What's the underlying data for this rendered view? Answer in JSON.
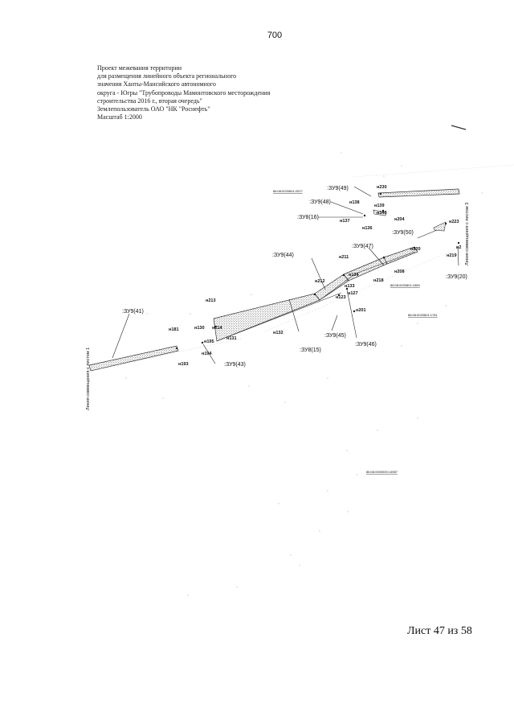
{
  "page_number": "700",
  "title_block": [
    "Проект межевания территории",
    "для размещения линейного объекта регионального",
    "значения Ханты-Мансийского автономного",
    "округа - Югры \"Трубопроводы Мамонтовского месторождения",
    "строительства 2016 г., вторая очередь\"",
    "Землепользователь ОАО \"НК \"Роснефть\"",
    "Масштаб 1:2000"
  ],
  "sheet_footer": "Лист 47 из 58",
  "side_labels": {
    "left": "Линия совмещения с листом 1",
    "right": "Линия совмещения с листом 3"
  },
  "parcel_labels": {
    "zu9_49": ":ЗУ9(49)",
    "zu9_48": ":ЗУ9(48)",
    "zu8_16": ":ЗУ8(16)",
    "zu9_50": ":ЗУ9(50)",
    "zu9_47": ":ЗУ9(47)",
    "zu9_44": ":ЗУ9(44)",
    "zu9_20": ":ЗУ9(20)",
    "zu9_41": ":ЗУ9(41)",
    "zu9_45": ":ЗУ9(45)",
    "zu9_46": ":ЗУ9(46)",
    "zu8_15": ":ЗУ8(15)",
    "zu9_43": ":ЗУ9(43)"
  },
  "point_labels": {
    "n230": "н230",
    "n138": "н138",
    "n139": "н139",
    "n140": "н140",
    "n204": "н204",
    "n137": "н137",
    "n136": "н136",
    "n223": "н223",
    "n220": "н220",
    "n219": "н219",
    "n2": "н2",
    "n211": "н211",
    "n134": "н134",
    "n208": "н208",
    "n218": "н218",
    "n212": "н212",
    "n133": "н133",
    "n127": "н127",
    "n123": "н123",
    "n213": "н213",
    "n201": "н201",
    "n181": "н181",
    "n130": "н130",
    "n214": "н214",
    "n132": "н132",
    "n131": "н131",
    "n195": "н195",
    "n194": "н194",
    "n193": "н193"
  },
  "cadastral_labels": {
    "c1": "86:08:0020801:2027",
    "c2": "86:08:0020801:1589",
    "c3": "86:08:0020801:1781",
    "c4": "86:08:0000000:14987"
  }
}
